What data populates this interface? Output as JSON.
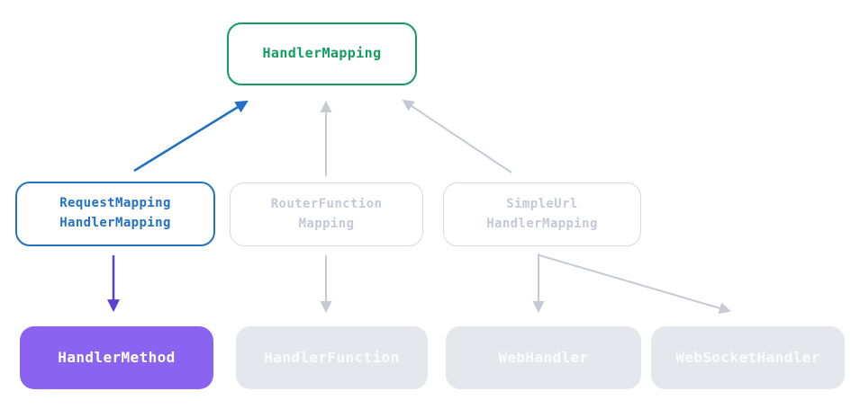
{
  "diagram": {
    "type": "class-hierarchy",
    "nodes": {
      "handler_mapping": {
        "label": "HandlerMapping",
        "style": "green-outline"
      },
      "request_mapping_handler_mapping": {
        "line1": "RequestMapping",
        "line2": "HandlerMapping",
        "style": "blue-outline"
      },
      "router_function_mapping": {
        "line1": "RouterFunction",
        "line2": "Mapping",
        "style": "gray-outline"
      },
      "simple_url_handler_mapping": {
        "line1": "SimpleUrl",
        "line2": "HandlerMapping",
        "style": "gray-outline"
      },
      "handler_method": {
        "label": "HandlerMethod",
        "style": "purple-fill"
      },
      "handler_function": {
        "label": "HandlerFunction",
        "style": "gray-fill"
      },
      "web_handler": {
        "label": "WebHandler",
        "style": "gray-fill"
      },
      "web_socket_handler": {
        "label": "WebSocketHandler",
        "style": "gray-fill"
      }
    },
    "edges": [
      {
        "from": "RequestMappingHandlerMapping",
        "to": "HandlerMapping",
        "direction": "up",
        "color": "blue"
      },
      {
        "from": "RouterFunctionMapping",
        "to": "HandlerMapping",
        "direction": "up",
        "color": "gray"
      },
      {
        "from": "SimpleUrlHandlerMapping",
        "to": "HandlerMapping",
        "direction": "up",
        "color": "gray"
      },
      {
        "from": "RequestMappingHandlerMapping",
        "to": "HandlerMethod",
        "direction": "down",
        "color": "purple"
      },
      {
        "from": "RouterFunctionMapping",
        "to": "HandlerFunction",
        "direction": "down",
        "color": "gray"
      },
      {
        "from": "SimpleUrlHandlerMapping",
        "to": "WebHandler",
        "direction": "down",
        "color": "gray"
      },
      {
        "from": "SimpleUrlHandlerMapping",
        "to": "WebSocketHandler",
        "direction": "down",
        "color": "gray"
      }
    ],
    "colors": {
      "green": "#149b62",
      "blue": "#2271c5",
      "purple_fill": "#8a64f0",
      "purple_arrow": "#5d3fd1",
      "gray_border": "#d5dae1",
      "gray_text": "#c3cad6",
      "gray_fill": "#e4e7ec",
      "gray_arrow": "#c5cbd4",
      "white_text": "#fafbfc",
      "background": "#ffffff"
    }
  }
}
